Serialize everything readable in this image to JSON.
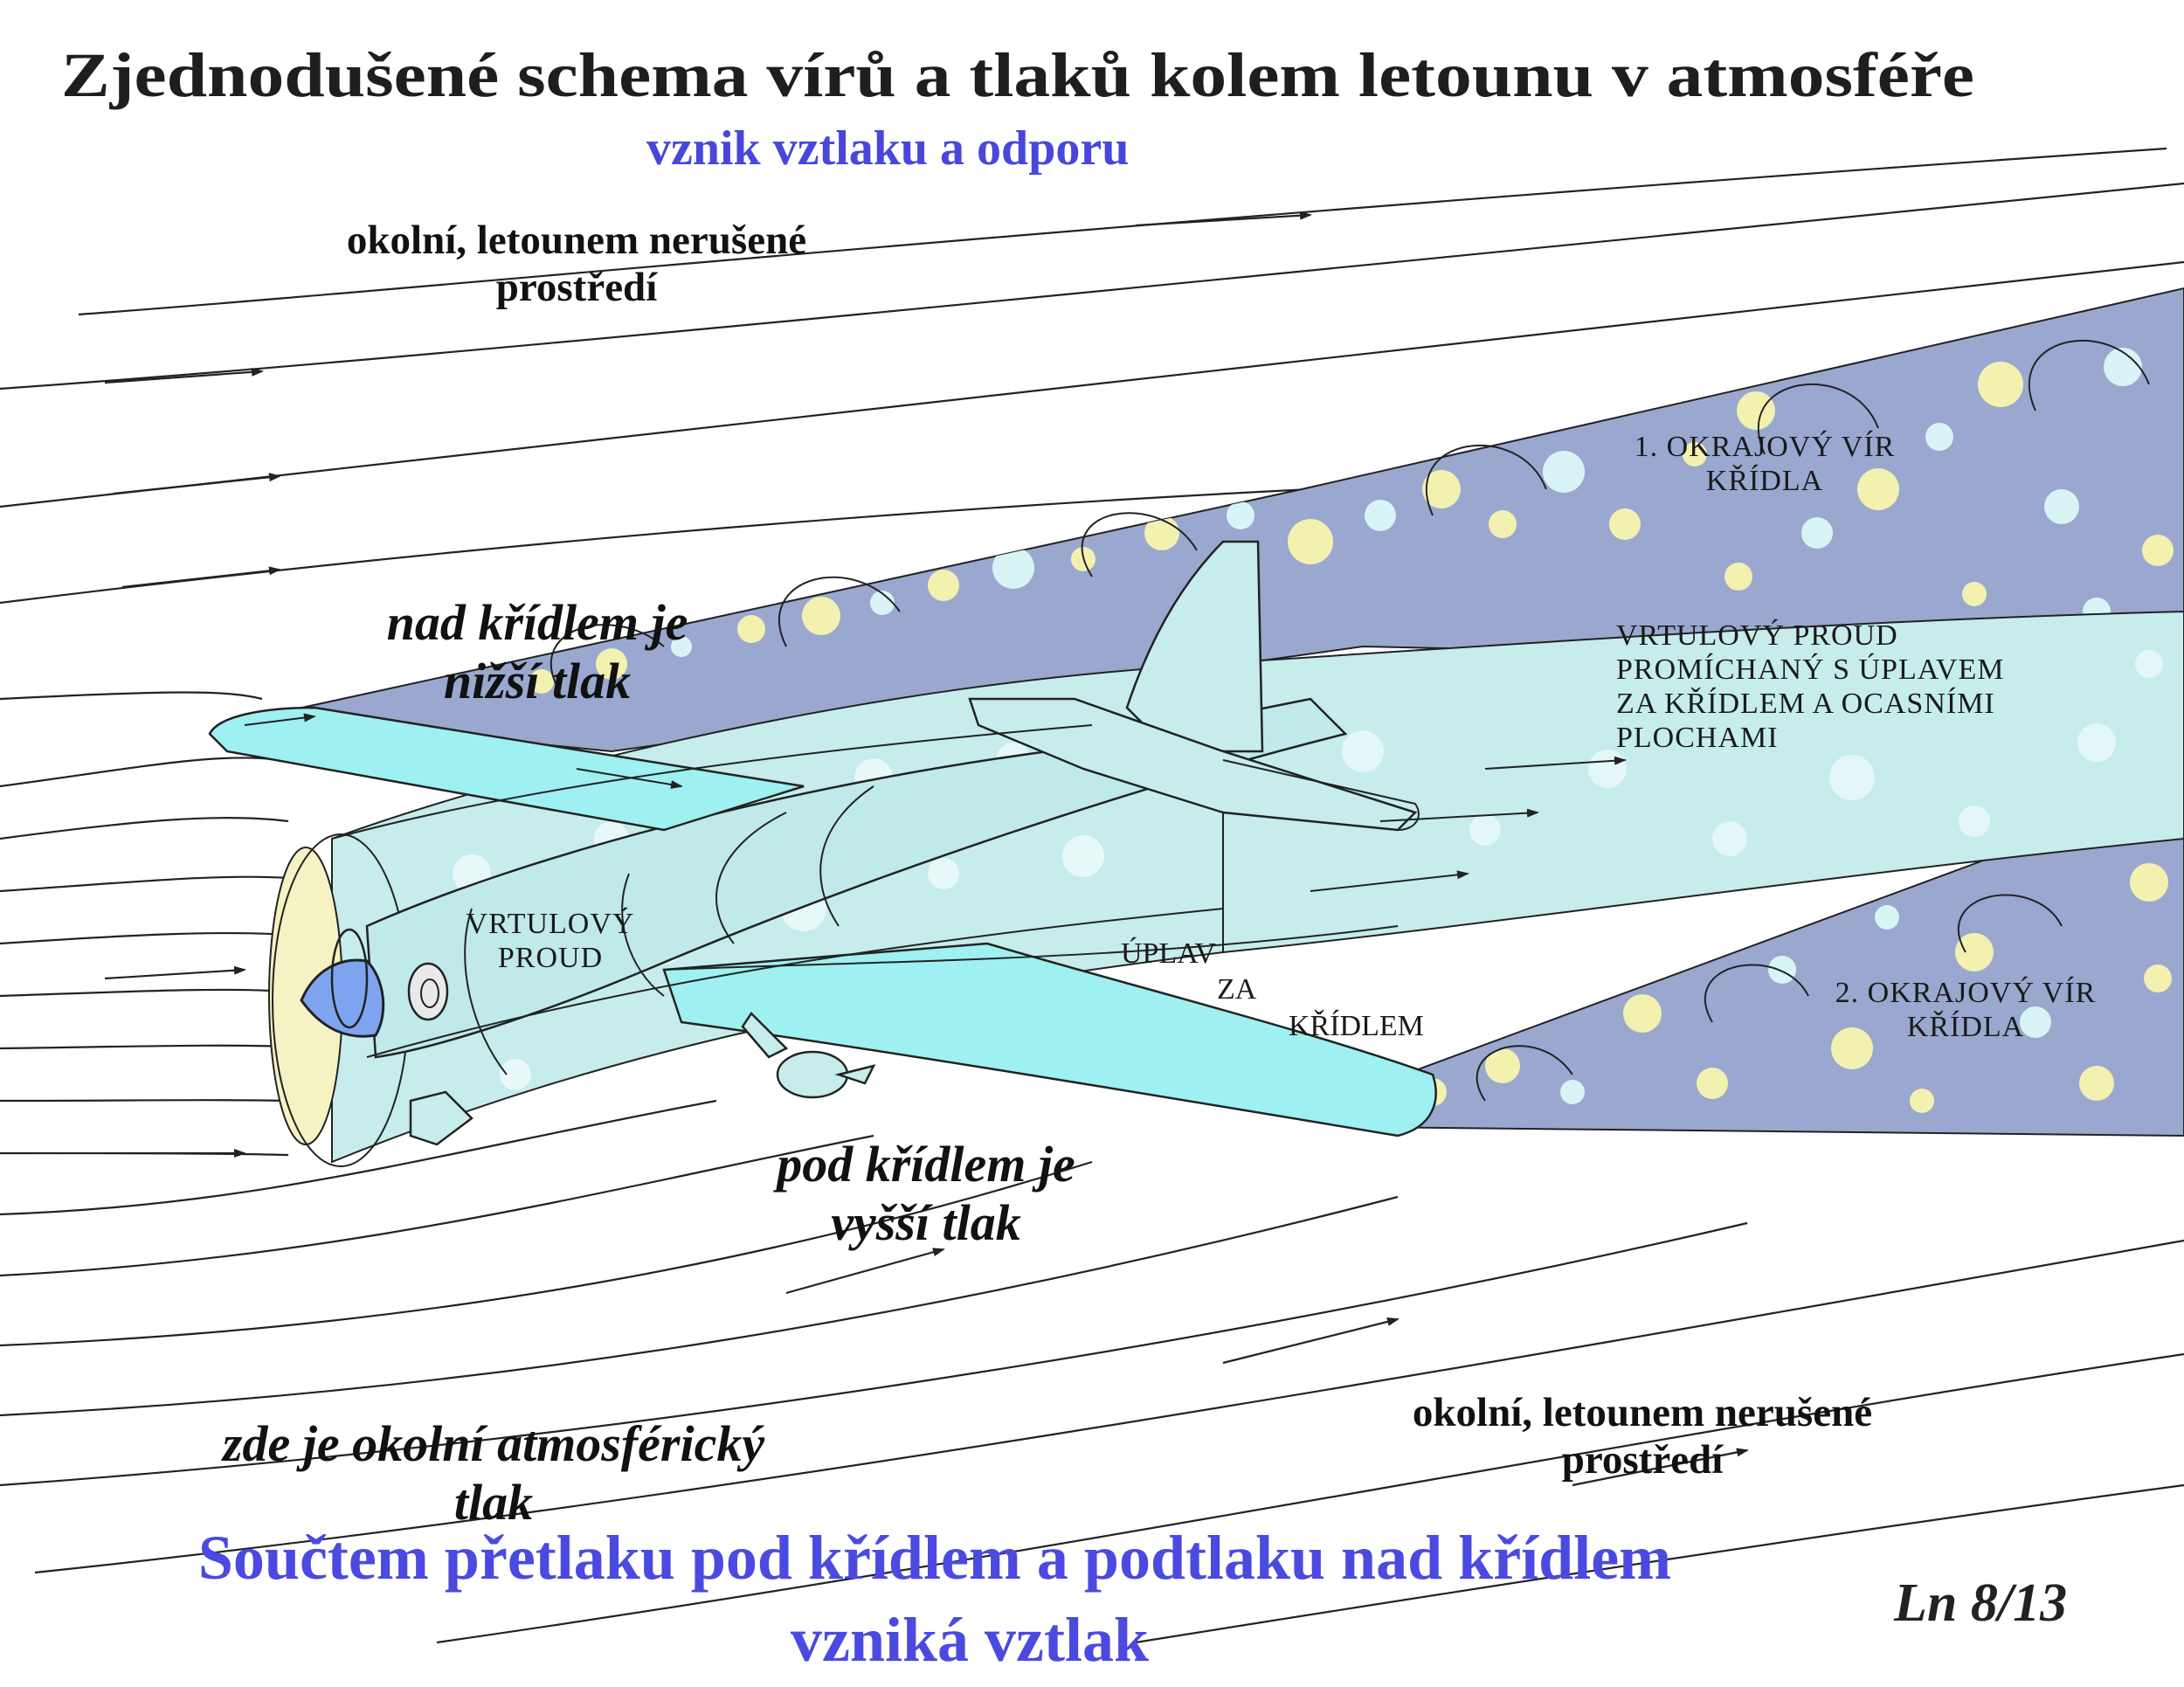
{
  "title": "Zjednodušené schema vírů a tlaků kolem letounu v atmosféře",
  "subtitle": "vznik  vztlaku a odporu",
  "labels": {
    "env_top_1": "okolní, letounem nerušené",
    "env_top_2": "prostředí",
    "over_wing_1": "nad křídlem je",
    "over_wing_2": "nižší tlak",
    "vortex1_1": "1. OKRAJOVÝ  VÍR",
    "vortex1_2": "KŘÍDLA",
    "mixed_1": "VRTULOVÝ  PROUD",
    "mixed_2": "PROMÍCHANÝ  S  ÚPLAVEM",
    "mixed_3": "ZA  KŘÍDLEM  A  OCASNÍMI",
    "mixed_4": "PLOCHAMI",
    "prop_1": "VRTULOVÝ",
    "prop_2": "PROUD",
    "wake_1": "ÚPLAV",
    "wake_2": "ZA",
    "wake_3": "KŘÍDLEM",
    "vortex2_1": "2. OKRAJOVÝ  VÍR",
    "vortex2_2": "KŘÍDLA",
    "under_wing_1": "pod křídlem je",
    "under_wing_2": "vyšší tlak",
    "atm_1": "zde je okolní atmosférický",
    "atm_2": "tlak",
    "env_bot_1": "okolní, letounem nerušené",
    "env_bot_2": "prostředí",
    "bottom_1": "Součtem přetlaku pod křídlem a podtlaku nad křídlem",
    "bottom_2": "vzniká vztlak",
    "page": "Ln 8/13"
  },
  "colors": {
    "vortex_band": "#9aa8cf",
    "prop_stream": "#c6ecec",
    "wing": "#9ff0f0",
    "spinner": "#7fa4ef",
    "prop_disk": "#f5f2c4",
    "bubble_yellow": "#f3f1b0",
    "bubble_cyan": "#d8f4f6",
    "accent_blue": "#4a4ae0"
  }
}
